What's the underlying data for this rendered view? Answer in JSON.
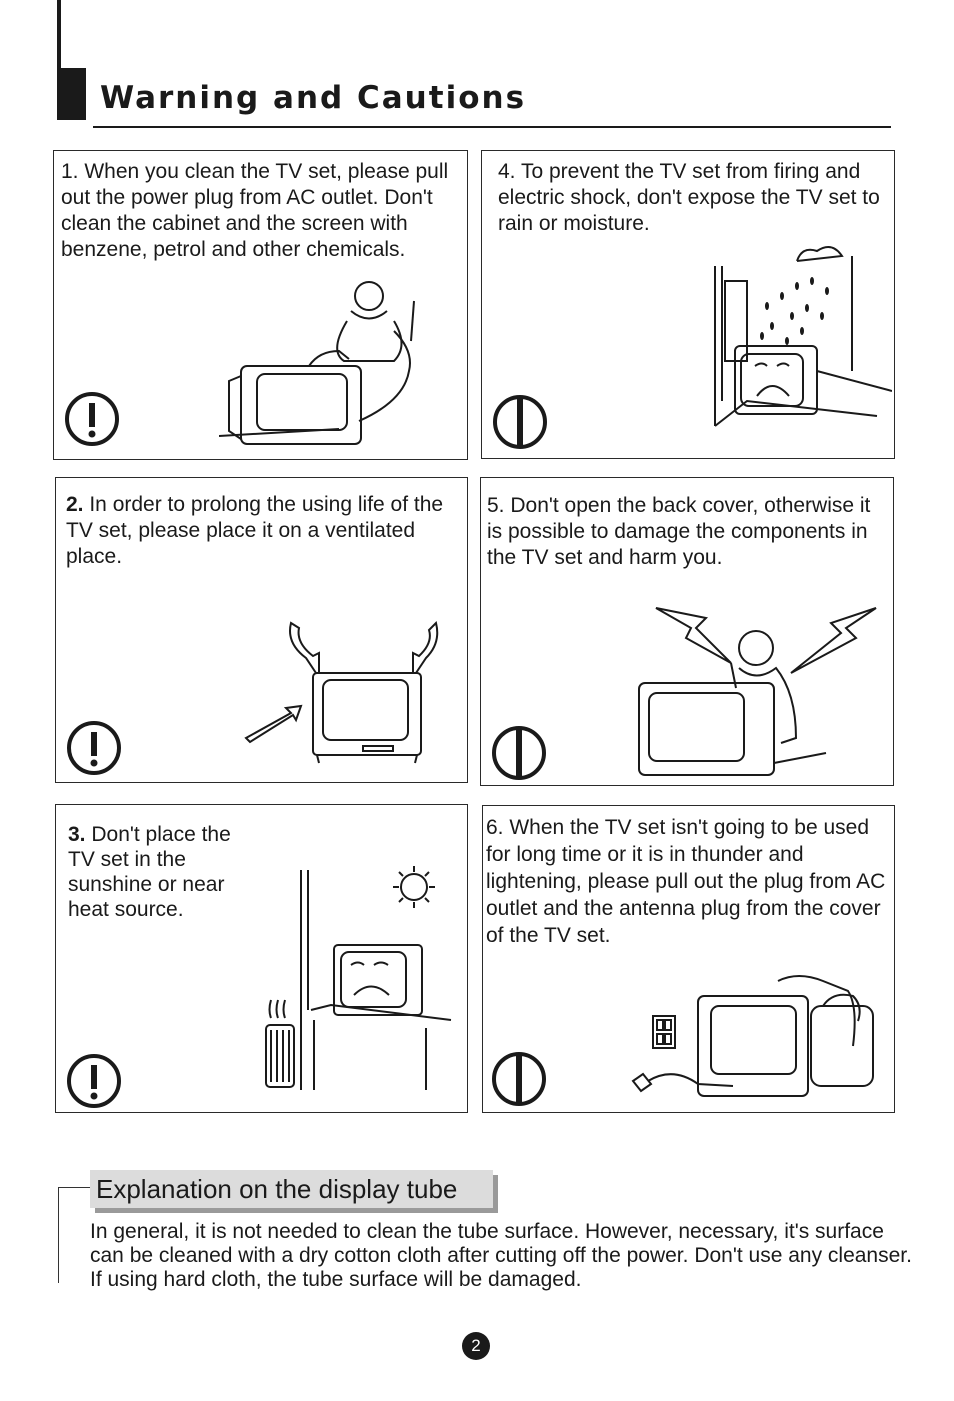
{
  "title": "Warning and Cautions",
  "panels": {
    "p1": {
      "text": "1. When you clean the TV set, please pull out the power plug from AC outlet. Don't  clean the  cabinet and the screen  with benzene, petrol and other chemicals."
    },
    "p2": {
      "number": "2.",
      "text": " In order to prolong the using life of the TV set, please place it on a ventilated place."
    },
    "p3": {
      "number": "3.",
      "text": " Don't place the TV set in the sunshine or near heat source."
    },
    "p4": {
      "text": "4. To prevent the TV set from firing and electric shock, don't expose the TV set to rain or moisture."
    },
    "p5": {
      "text": "5. Don't open the back cover, otherwise it is possible to damage the components in the TV set and harm you."
    },
    "p6": {
      "text": "6. When the TV set isn't going to be used for long time or it is in thunder and lightening, please pull out the plug from AC outlet and the antenna plug from the cover of the TV set."
    }
  },
  "icons": {
    "warning": "exclamation-circle-icon",
    "prohibited": "prohibited-circle-icon"
  },
  "explanation": {
    "heading": "Explanation on the display tube",
    "body": "In general, it is not needed to clean the tube surface. However, necessary, it's surface can be cleaned with a dry cotton cloth after cutting off the power. Don't use any cleanser. If using hard cloth, the tube surface will be damaged."
  },
  "page_number": "2"
}
